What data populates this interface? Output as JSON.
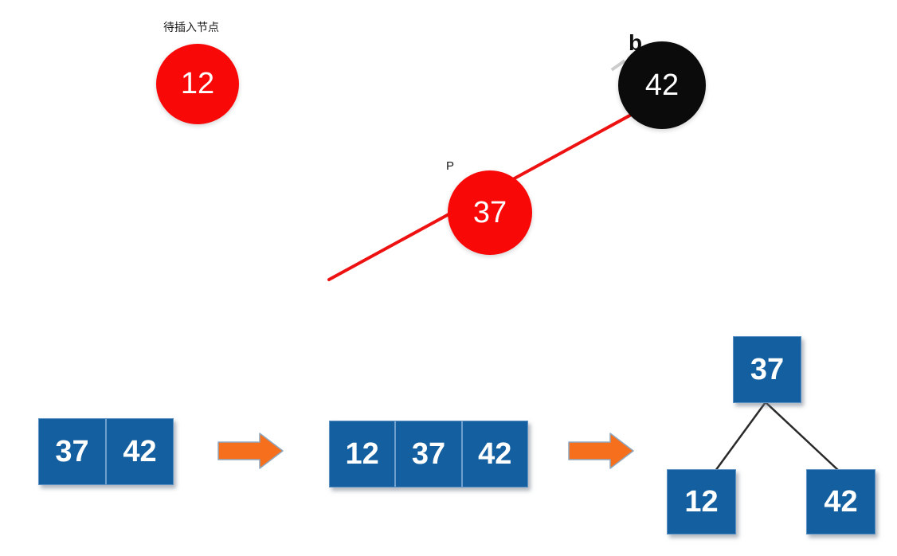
{
  "top": {
    "insert_label": "待插入节点",
    "insert_node_value": "12",
    "parent_label": "P",
    "parent_node_value": "37",
    "black_node_value": "42",
    "partial_glyph": "b"
  },
  "bottom": {
    "block1": {
      "cells": [
        "37",
        "42"
      ]
    },
    "block2": {
      "cells": [
        "12",
        "37",
        "42"
      ]
    },
    "tree": {
      "root": "37",
      "left_child": "12",
      "right_child": "42"
    }
  },
  "colors": {
    "red_node": "#f90808",
    "black_node": "#0b0b0b",
    "blue_box": "#135f9f",
    "orange_arrow": "#f56f1d",
    "red_edge": "#ee1111",
    "tree_edge": "#2a2a2a"
  }
}
